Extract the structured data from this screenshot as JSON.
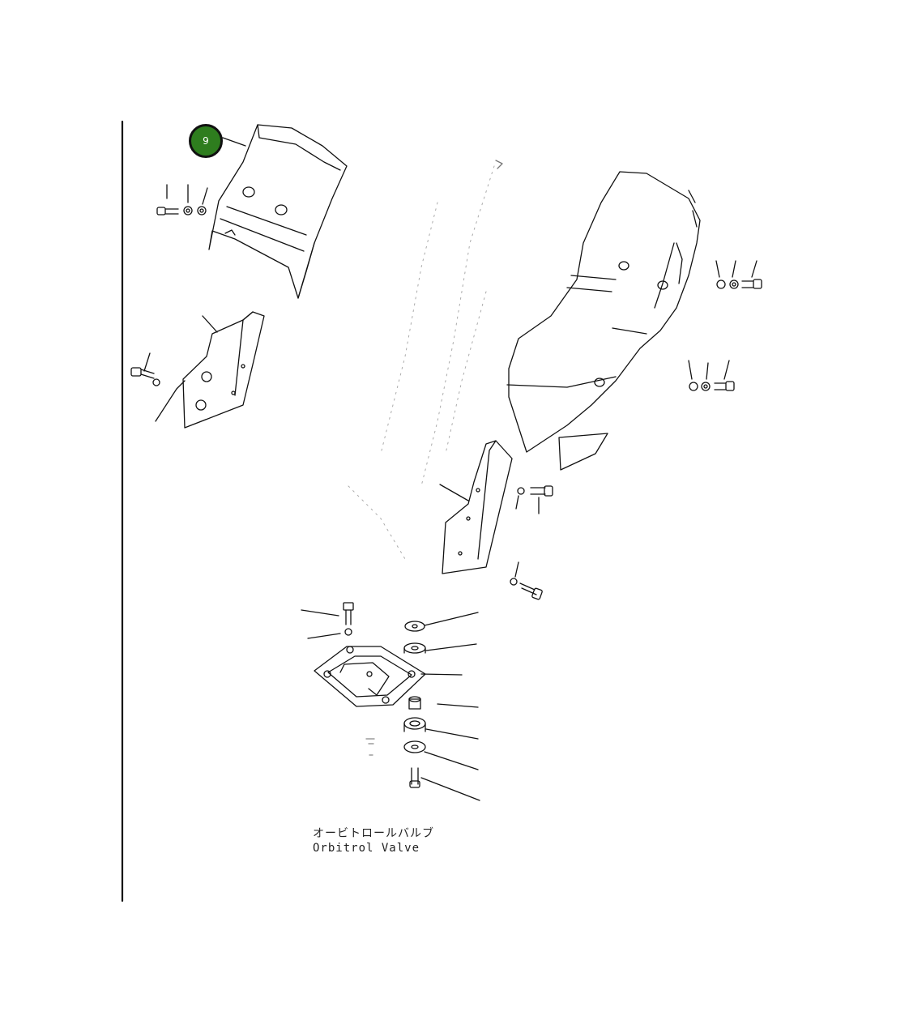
{
  "diagram": {
    "callout_number": "9",
    "caption_jp": "オービトロールバルブ",
    "caption_en": "Orbitrol Valve",
    "figure_id": "",
    "colors": {
      "callout_fill": "#2e7d1e",
      "line": "#111111"
    }
  }
}
